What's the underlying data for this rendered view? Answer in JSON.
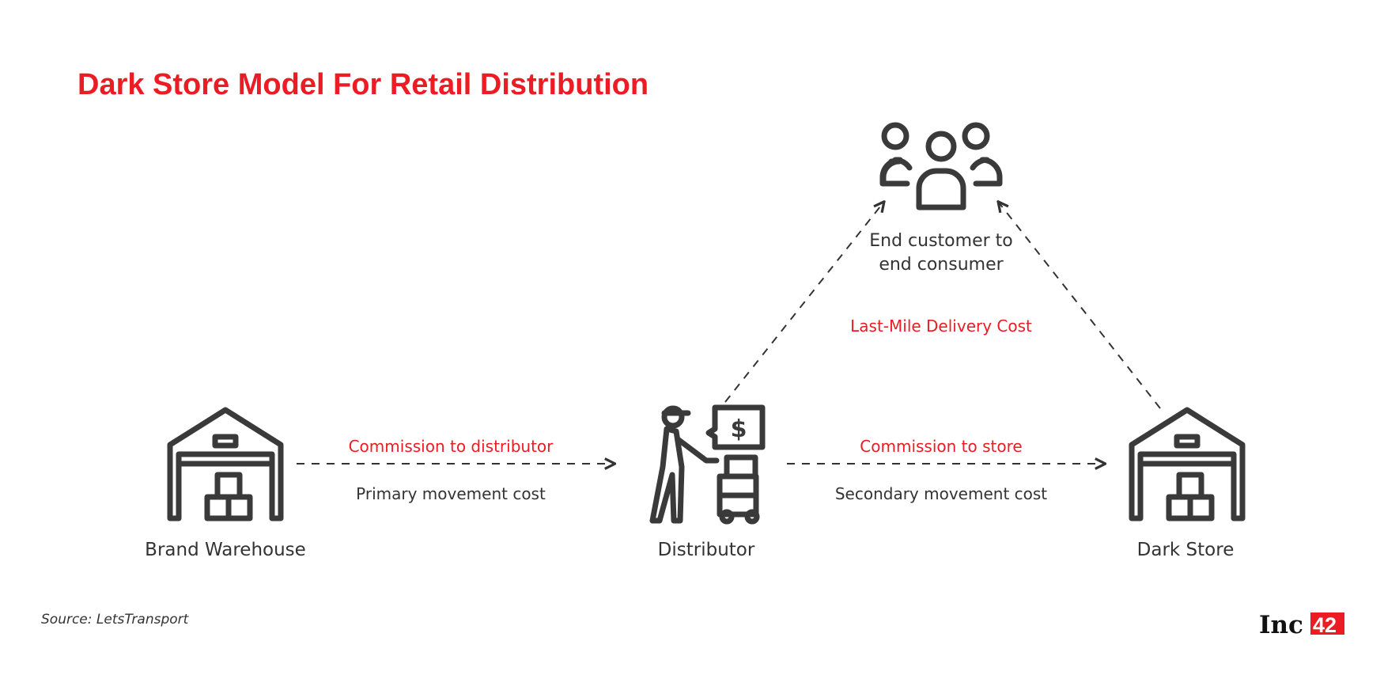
{
  "title": "Dark Store Model For Retail Distribution",
  "nodes": {
    "warehouse": "Brand Warehouse",
    "distributor": "Distributor",
    "dark_store": "Dark Store",
    "customers_line1": "End customer to",
    "customers_line2": "end consumer"
  },
  "edges": {
    "warehouse_to_distributor_top": "Commission to distributor",
    "warehouse_to_distributor_bottom": "Primary movement cost",
    "distributor_to_store_top": "Commission to store",
    "distributor_to_store_bottom": "Secondary movement cost",
    "last_mile": "Last-Mile Delivery Cost"
  },
  "source": "Source: LetsTransport",
  "logo": {
    "text_black": "Inc",
    "text_red": "42"
  },
  "colors": {
    "accent": "#ec1c24",
    "icon": "#3a3a3a",
    "text": "#333333"
  }
}
